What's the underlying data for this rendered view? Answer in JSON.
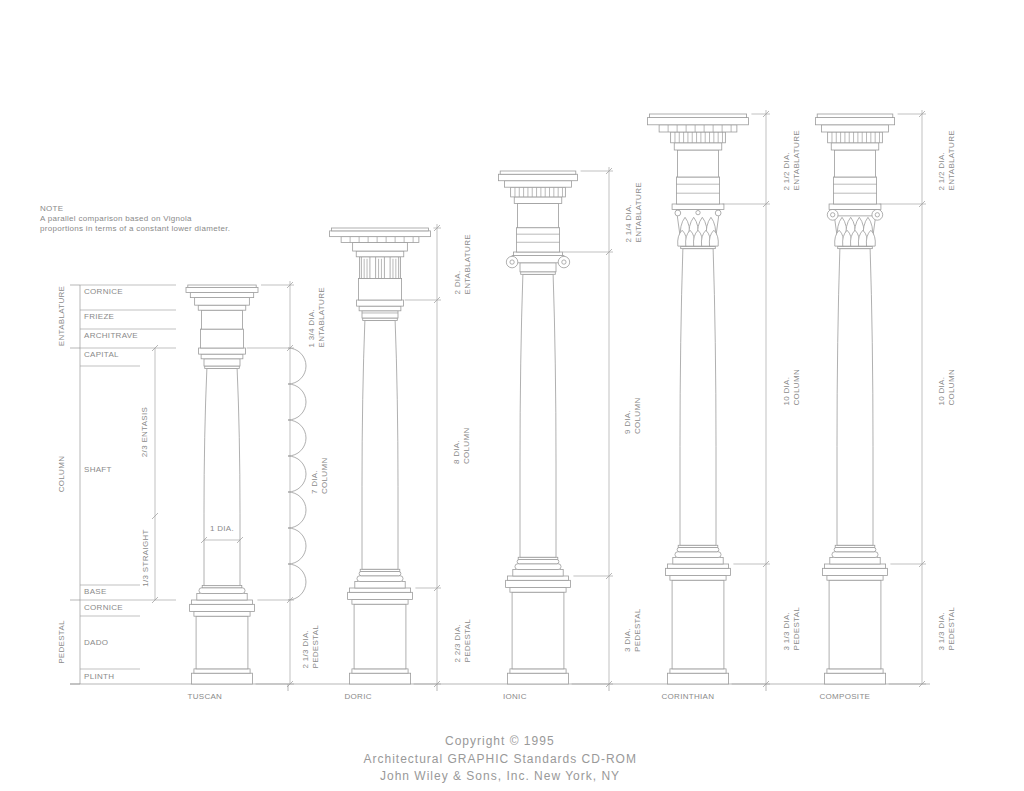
{
  "diagram": {
    "labels": [
      "NOTE",
      "A parallel comparison based on Vignola proportions in terms of a constant lower diameter.",
      "ENTABLATURE",
      "CORNICE",
      "FRIEZE",
      "ARCHITRAVE",
      "CAPITAL",
      "COLUMN",
      "SHAFT",
      "BASE",
      "CORNICE",
      "PEDESTAL",
      "DADO",
      "PLINTH",
      "2/3 ENTASIS",
      "1/3 STRAIGHT",
      "1 DIA.",
      "1 3/4 DIA. ENTABLATURE",
      "7 DIA. COLUMN",
      "2 1/3 DIA. PEDESTAL",
      "2 DIA. ENTABLATURE",
      "8 DIA. COLUMN",
      "2 2/3 DIA. PEDESTAL",
      "2 1/4 DIA. ENTABLATURE",
      "9 DIA. COLUMN",
      "3 DIA. PEDESTAL",
      "2 1/2 DIA. ENTABLATURE",
      "10 DIA. COLUMN",
      "3 1/3 DIA. PEDESTAL",
      "2 1/2 DIA. ENTABLATURE",
      "10 DIA. COLUMN",
      "3 1/3 DIA. PEDESTAL",
      "TUSCAN",
      "DORIC",
      "IONIC",
      "CORINTHIAN",
      "COMPOSITE",
      "Copyright © 1995",
      "Architectural GRAPHIC Standards CD-ROM",
      "John Wiley & Sons, Inc. New York, NY"
    ]
  }
}
